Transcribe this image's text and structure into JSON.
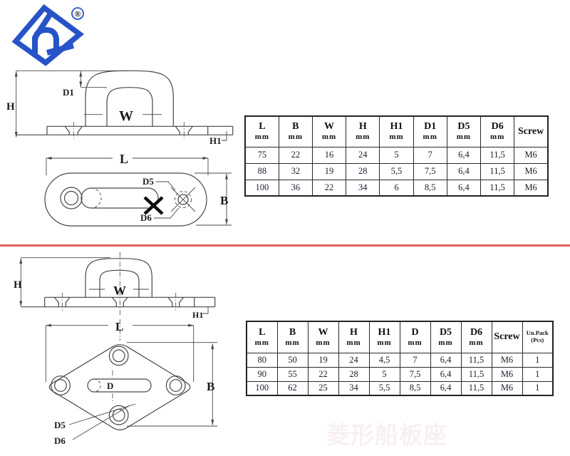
{
  "logo": {
    "registered": "®"
  },
  "watermark": {
    "text": "菱形船板座"
  },
  "colors": {
    "logo_blue": "#2753c8",
    "divider_red": "#e2625b",
    "line": "#474747",
    "table_text": "#1c1c30"
  },
  "diagrams": {
    "top_side": {
      "h": "H",
      "d1": "D1",
      "w": "W",
      "h1": "H1"
    },
    "top_plan": {
      "l": "L",
      "b": "B",
      "d5": "D5",
      "d6": "D6"
    },
    "bottom_side": {
      "h": "H",
      "w": "W",
      "h1": "H1"
    },
    "bottom_plan": {
      "l": "L",
      "b": "B",
      "d": "D",
      "d5": "D5",
      "d6": "D6"
    }
  },
  "tables": [
    {
      "name": "oblong-pad-eye-specs",
      "headers": [
        {
          "label": "L",
          "sub": "mm"
        },
        {
          "label": "B",
          "sub": "mm"
        },
        {
          "label": "W",
          "sub": "mm"
        },
        {
          "label": "H",
          "sub": "mm"
        },
        {
          "label": "H1",
          "sub": "mm"
        },
        {
          "label": "D1",
          "sub": "mm"
        },
        {
          "label": "D5",
          "sub": "mm"
        },
        {
          "label": "D6",
          "sub": "mm"
        },
        {
          "label": "Screw",
          "sub": ""
        }
      ],
      "rows": [
        [
          "75",
          "22",
          "16",
          "24",
          "5",
          "7",
          "6,4",
          "11,5",
          "M6"
        ],
        [
          "88",
          "32",
          "19",
          "28",
          "5,5",
          "7,5",
          "6,4",
          "11,5",
          "M6"
        ],
        [
          "100",
          "36",
          "22",
          "34",
          "6",
          "8,5",
          "6,4",
          "11,5",
          "M6"
        ]
      ]
    },
    {
      "name": "diamond-pad-eye-specs",
      "headers": [
        {
          "label": "L",
          "sub": "mm"
        },
        {
          "label": "B",
          "sub": "mm"
        },
        {
          "label": "W",
          "sub": "mm"
        },
        {
          "label": "H",
          "sub": "mm"
        },
        {
          "label": "H1",
          "sub": "mm"
        },
        {
          "label": "D",
          "sub": "mm"
        },
        {
          "label": "D5",
          "sub": "mm"
        },
        {
          "label": "D6",
          "sub": "mm"
        },
        {
          "label": "Screw",
          "sub": ""
        },
        {
          "label": "Un.Pack",
          "sub": "(Pcs)",
          "small": true
        }
      ],
      "rows": [
        [
          "80",
          "50",
          "19",
          "24",
          "4,5",
          "7",
          "6,4",
          "11,5",
          "M6",
          "1"
        ],
        [
          "90",
          "55",
          "22",
          "28",
          "5",
          "7,5",
          "6,4",
          "11,5",
          "M6",
          "1"
        ],
        [
          "100",
          "62",
          "25",
          "34",
          "5,5",
          "8,5",
          "6,4",
          "11,5",
          "M6",
          "1"
        ]
      ]
    }
  ]
}
